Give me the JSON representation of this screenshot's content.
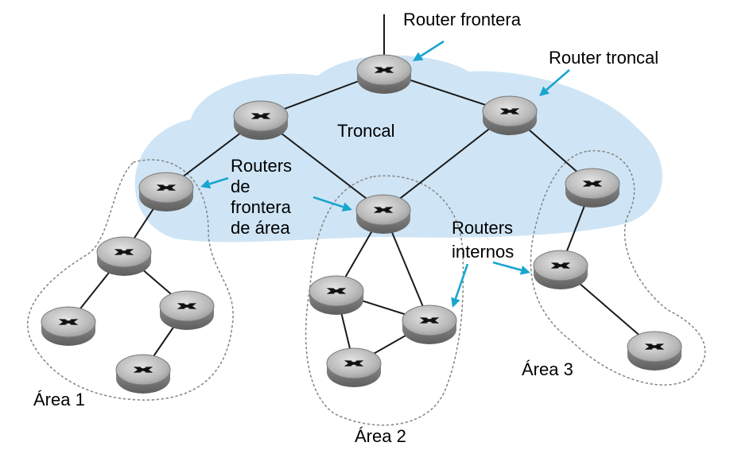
{
  "labels": {
    "border_router": "Router frontera",
    "backbone_router": "Router troncal",
    "backbone": "Troncal",
    "area_border_routers": [
      "Routers",
      "de",
      "frontera",
      "de área"
    ],
    "internal_routers": [
      "Routers",
      "internos"
    ],
    "area1": "Área 1",
    "area2": "Área 2",
    "area3": "Área 3"
  },
  "colors": {
    "backbone_fill": "#cfe5f5",
    "arrow": "#1aa5d0",
    "link": "#1a1a1a",
    "area_outline": "#888888"
  },
  "routers": [
    {
      "id": "border-router"
    },
    {
      "id": "backbone-router-left"
    },
    {
      "id": "backbone-router-right"
    },
    {
      "id": "area1-border-router"
    },
    {
      "id": "area2-border-router"
    },
    {
      "id": "area3-border-router"
    },
    {
      "id": "area1-router-mid"
    },
    {
      "id": "area1-router-left"
    },
    {
      "id": "area1-router-right"
    },
    {
      "id": "area1-router-bottom"
    },
    {
      "id": "area2-router-left"
    },
    {
      "id": "area2-router-right"
    },
    {
      "id": "area2-router-bottom"
    },
    {
      "id": "area3-router-mid"
    },
    {
      "id": "area3-router-bottom"
    }
  ],
  "links": [
    [
      "border-router",
      "backbone-router-left"
    ],
    [
      "border-router",
      "backbone-router-right"
    ],
    [
      "backbone-router-left",
      "area1-border-router"
    ],
    [
      "backbone-router-left",
      "area2-border-router"
    ],
    [
      "backbone-router-right",
      "area2-border-router"
    ],
    [
      "backbone-router-right",
      "area3-border-router"
    ],
    [
      "area1-border-router",
      "area1-router-mid"
    ],
    [
      "area1-router-mid",
      "area1-router-left"
    ],
    [
      "area1-router-mid",
      "area1-router-right"
    ],
    [
      "area1-router-right",
      "area1-router-bottom"
    ],
    [
      "area2-border-router",
      "area2-router-left"
    ],
    [
      "area2-border-router",
      "area2-router-right"
    ],
    [
      "area2-router-left",
      "area2-router-right"
    ],
    [
      "area2-router-left",
      "area2-router-bottom"
    ],
    [
      "area2-router-right",
      "area2-router-bottom"
    ],
    [
      "area3-border-router",
      "area3-router-mid"
    ],
    [
      "area3-router-mid",
      "area3-router-bottom"
    ]
  ]
}
